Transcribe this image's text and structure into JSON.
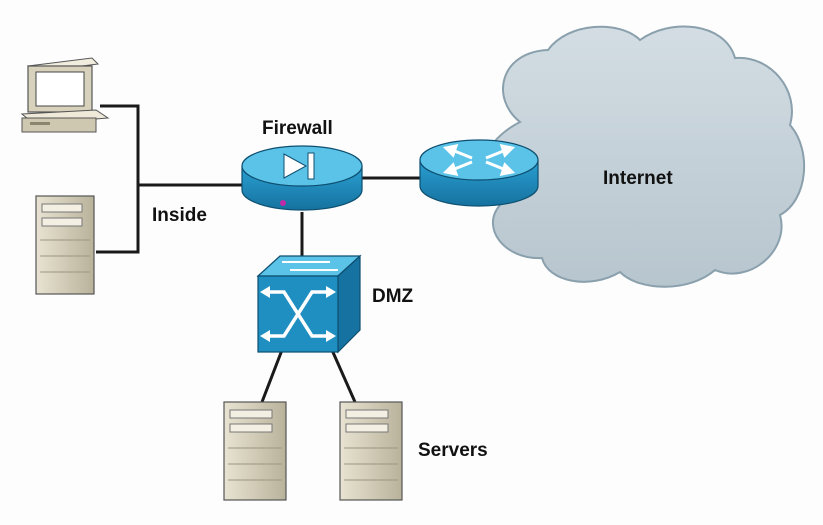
{
  "labels": {
    "firewall": "Firewall",
    "internet": "Internet",
    "inside": "Inside",
    "dmz": "DMZ",
    "servers": "Servers"
  },
  "colors": {
    "device_blue": "#1f8fc2",
    "device_top": "#5cc3e8",
    "cloud_fill": "#c4d0d8",
    "cloud_edge": "#8aa0ad",
    "host_beige": "#d8d2bd",
    "line": "#1a1a1a"
  },
  "icons": {
    "pc": "desktop-computer-icon",
    "tower": "server-tower-icon",
    "firewall": "firewall-icon",
    "router": "router-icon",
    "switch": "switch-icon",
    "cloud": "cloud-icon"
  }
}
